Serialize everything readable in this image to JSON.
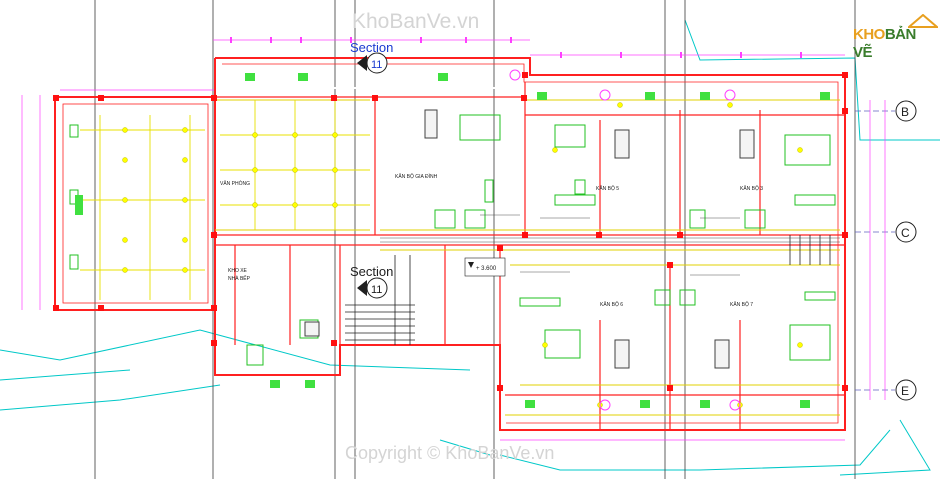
{
  "site_watermark": "KhoBanVe.vn",
  "copyright": "Copyright © KhoBanVe.vn",
  "logo": {
    "part1": "KHO",
    "part2": "BẢN VẼ"
  },
  "section_marks": [
    {
      "label": "Section",
      "number": "11"
    },
    {
      "label": "Section",
      "number": "11"
    }
  ],
  "grid_bubbles": [
    "B",
    "C",
    "E"
  ],
  "level_mark": "+ 3.600",
  "rooms": {
    "office": "VĂN PHÒNG",
    "family": "KÂN BỘ GIA ĐÌNH",
    "r5": "KÂN BỘ 5",
    "r3": "KÂN BỘ 3",
    "r6": "KÂN BỘ 6",
    "r7": "KÂN BỘ 7",
    "kitchen": "KHO XE",
    "kitchen2": "NHÀ BẾP"
  },
  "colors": {
    "wall": "#ff0000",
    "grid": "#6060c0",
    "fixture": "#00cc00",
    "light": "#ffff00",
    "dim": "#ff00ff",
    "accent": "#00c0c0"
  }
}
